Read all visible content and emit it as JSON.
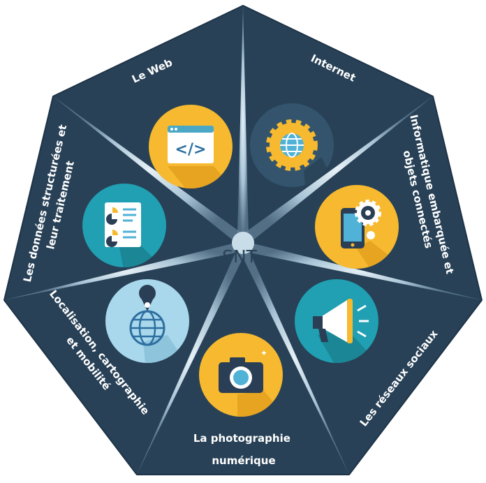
{
  "center_label": "SNT",
  "colors": {
    "background": "#284157",
    "star": "#c4d8e6",
    "yellow": "#f6b92f",
    "dark_blue": "#33546c",
    "teal": "#20a0b2",
    "light_blue": "#a9d8ec",
    "white": "#ffffff"
  },
  "themes": [
    {
      "label": "Le Web",
      "icon": "code-window-icon"
    },
    {
      "label": "Internet",
      "icon": "globe-gear-icon"
    },
    {
      "label_lines": [
        "Informatique embarquée et",
        "objets connectés"
      ],
      "icon": "smartphone-gear-icon"
    },
    {
      "label": "Les réseaux sociaux",
      "icon": "megaphone-icon"
    },
    {
      "label_lines": [
        "La photographie",
        "numérique"
      ],
      "icon": "camera-icon"
    },
    {
      "label_lines": [
        "Localisation, cartographie",
        "et mobilité"
      ],
      "icon": "globe-pin-icon"
    },
    {
      "label_lines": [
        "Les données structurées et",
        "leur traitement"
      ],
      "icon": "document-chart-icon"
    }
  ]
}
